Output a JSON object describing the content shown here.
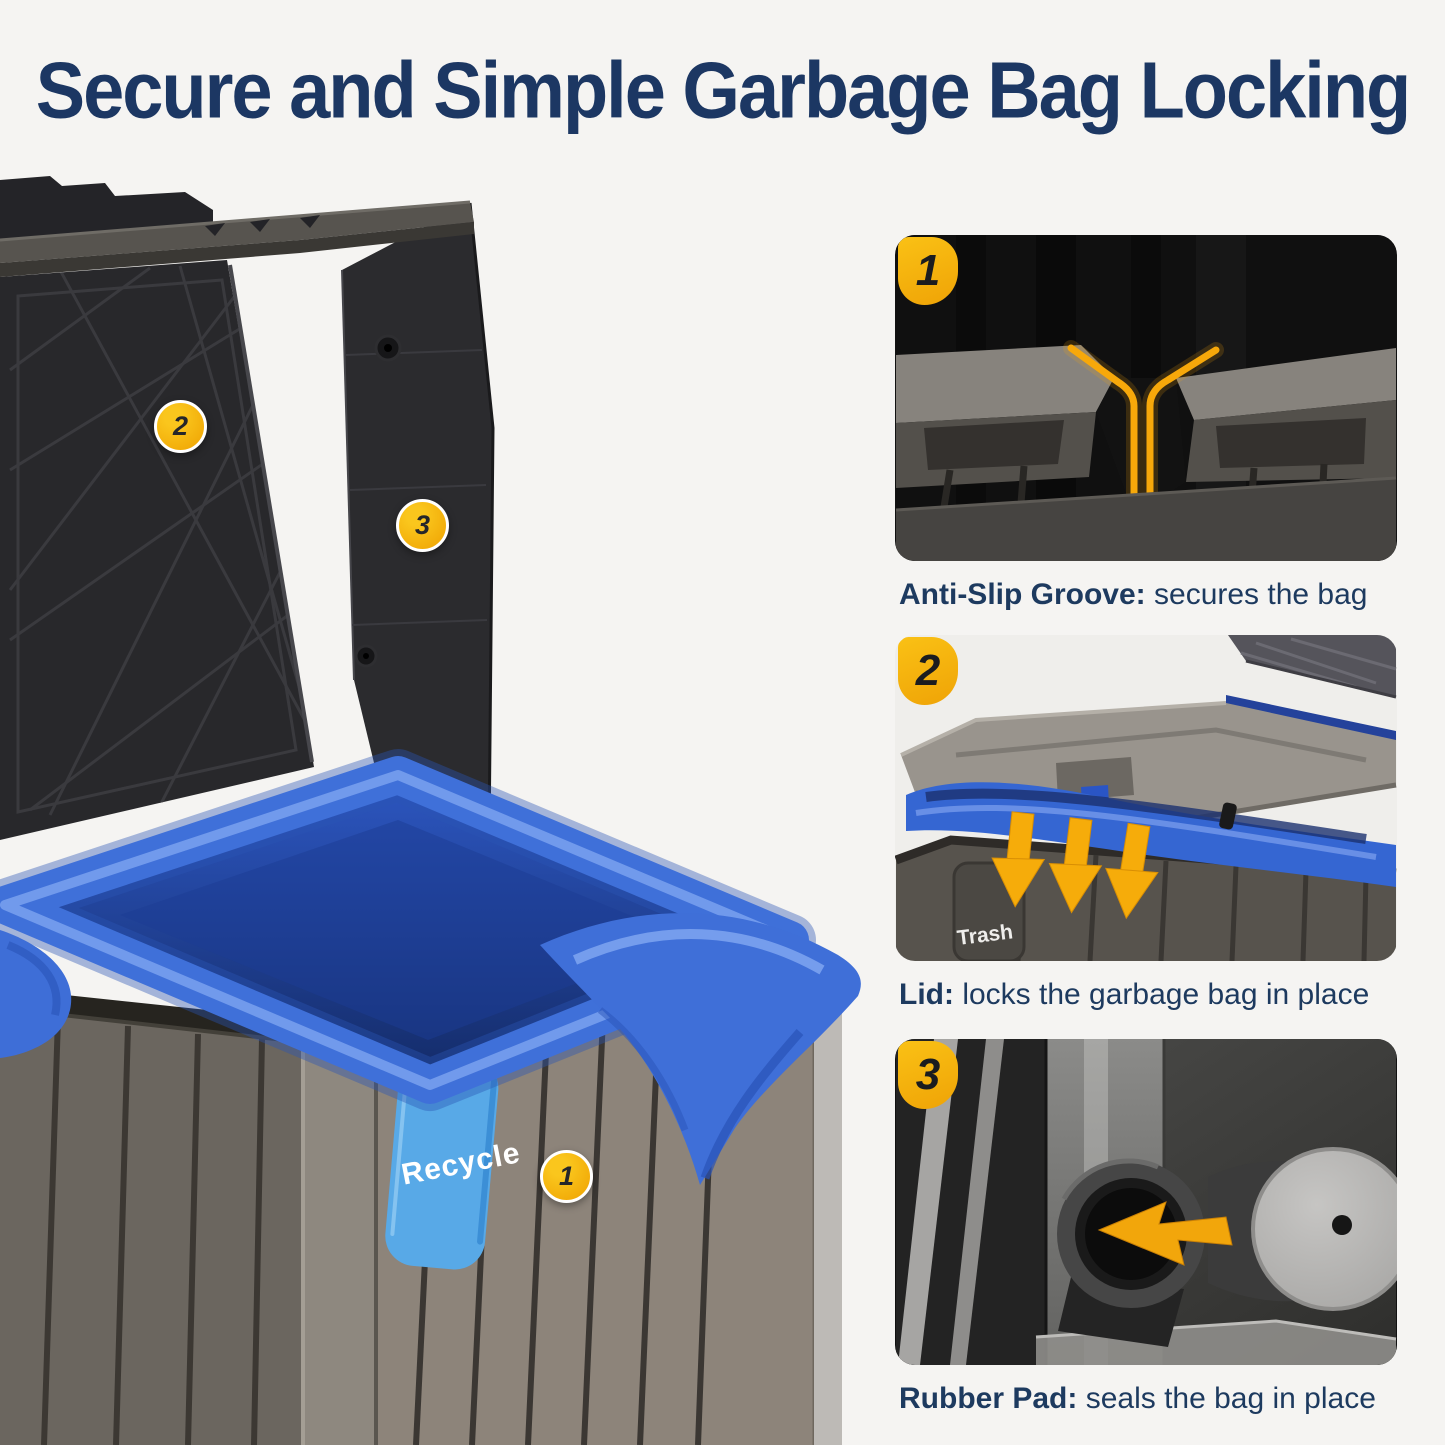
{
  "title": "Secure and Simple Garbage Bag Locking",
  "theme": {
    "background": "#F5F4F2",
    "title_color": "#1C3763",
    "caption_color": "#1D3A5F",
    "badge_yellow": "#F5B10D",
    "bag_blue": "#3F6FD8",
    "tag_blue": "#58A9E7"
  },
  "main_photo": {
    "callouts": [
      {
        "number": "1"
      },
      {
        "number": "2"
      },
      {
        "number": "3"
      }
    ],
    "recycle_tag_label": "Recycle"
  },
  "panels": [
    {
      "number": "1",
      "caption_bold": "Anti-Slip Groove:",
      "caption_rest": " secures the bag"
    },
    {
      "number": "2",
      "caption_bold": "Lid:",
      "caption_rest": " locks the garbage bag in place",
      "trash_label": "Trash"
    },
    {
      "number": "3",
      "caption_bold": "Rubber Pad:",
      "caption_rest": " seals the bag in place"
    }
  ]
}
